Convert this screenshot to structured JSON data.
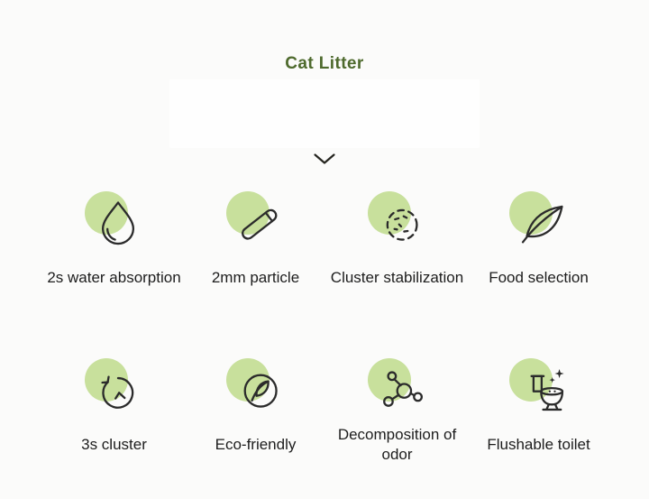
{
  "header": {
    "title": "Cat Litter",
    "title_color": "#4e6a2d",
    "chevron_icon": "chevron-down"
  },
  "colors": {
    "accent_green_blob": "#c8e09c",
    "icon_stroke": "#2b2b2b",
    "label_text": "#1d1d1d",
    "background": "#fbfbfa"
  },
  "features": [
    {
      "label": "2s water absorption",
      "icon": "water-drop-icon"
    },
    {
      "label": "2mm particle",
      "icon": "particle-stick-icon"
    },
    {
      "label": "Cluster stabilization",
      "icon": "dashed-cluster-icon"
    },
    {
      "label": "Food selection",
      "icon": "leaf-icon"
    },
    {
      "label": "3s cluster",
      "icon": "timer-clock-icon"
    },
    {
      "label": "Eco-friendly",
      "icon": "leaf-circle-icon"
    },
    {
      "label": "Decomposition of odor",
      "icon": "molecule-icon"
    },
    {
      "label": "Flushable toilet",
      "icon": "toilet-sparkle-icon"
    }
  ]
}
